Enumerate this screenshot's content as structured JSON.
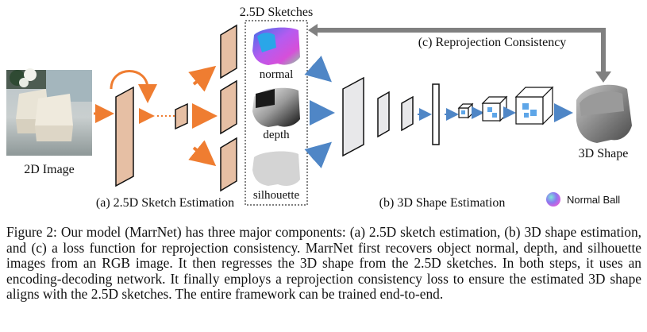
{
  "figure": {
    "sketches_title": "2.5D Sketches",
    "reprojection_label": "(c) Reprojection Consistency",
    "input_label": "2D Image",
    "sketch_labels": [
      "normal",
      "depth",
      "silhouette"
    ],
    "stage_a_label": "(a) 2.5D Sketch Estimation",
    "stage_b_label": "(b) 3D Shape Estimation",
    "output_label": "3D Shape",
    "legend_label": "Normal Ball"
  },
  "caption": {
    "label": "Figure 2:",
    "text": "Our model (MarrNet) has three major components: (a) 2.5D sketch estimation, (b) 3D shape estimation, and (c) a loss function for reprojection consistency. MarrNet first recovers object normal, depth, and silhouette images from an RGB image. It then regresses the 3D shape from the 2.5D sketches. In both steps, it uses an encoding-decoding network. It finally employs a reprojection consistency loss to ensure the estimated 3D shape aligns with the 2.5D sketches. The entire framework can be trained end-to-end."
  },
  "colors": {
    "orange_arrow": "#ef7d31",
    "blue_arrow": "#4f86c6",
    "gray_arrow": "#808080",
    "encoder_fill": "#e6bfa4",
    "decoder_fill": "#e8e8ea"
  }
}
